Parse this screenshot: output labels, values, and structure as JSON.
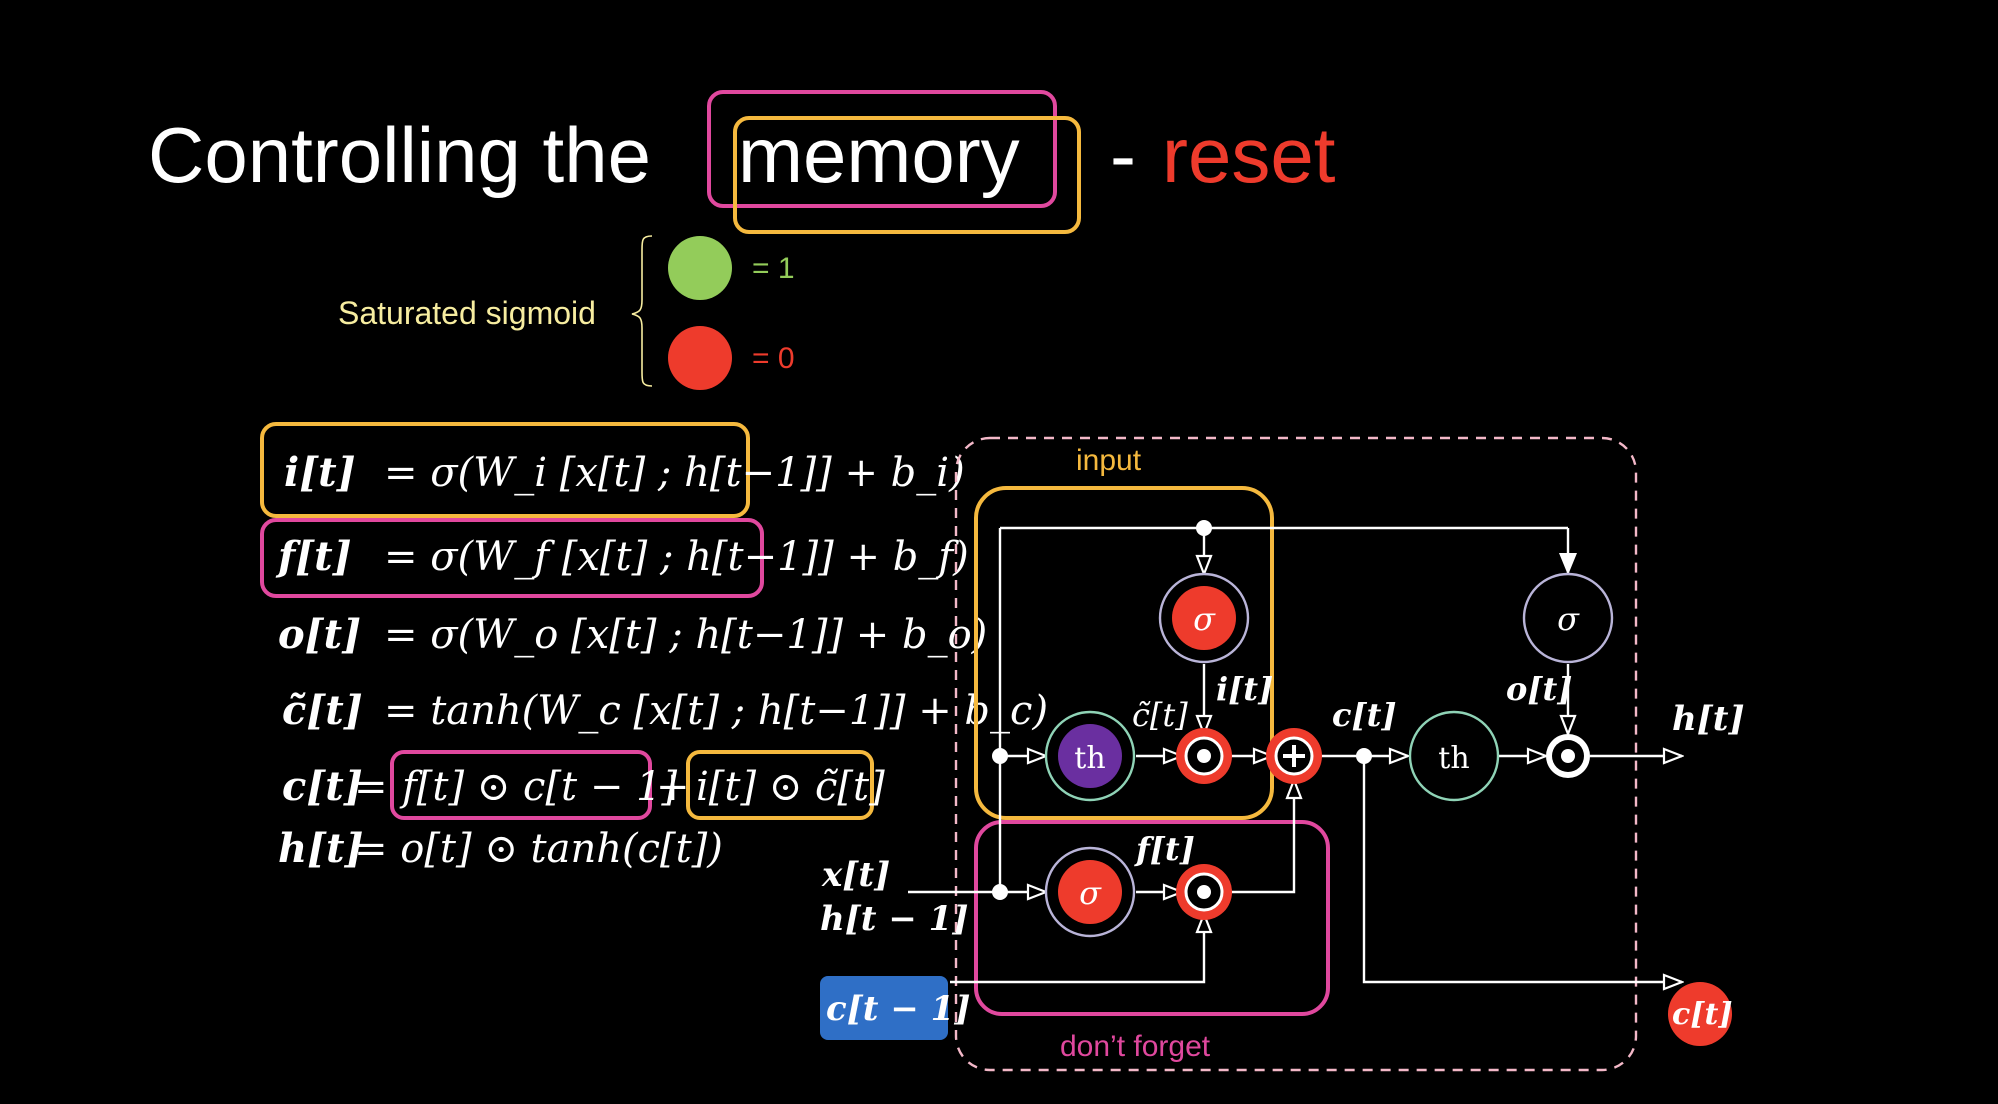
{
  "title": {
    "prefix": "Controlling the",
    "highlight": "memory",
    "dash": "-",
    "suffix": "reset"
  },
  "legend": {
    "label": "Saturated sigmoid",
    "items": [
      {
        "text": "= 1",
        "color": "#93cc5a"
      },
      {
        "text": "= 0",
        "color": "#ee3b2c"
      }
    ]
  },
  "equations": [
    {
      "lhs": "i[t]",
      "rhs": "= σ(W_i [x[t] ; h[t−1]] + b_i)"
    },
    {
      "lhs": "f[t]",
      "rhs": "= σ(W_f [x[t] ; h[t−1]] + b_f)"
    },
    {
      "lhs": "o[t]",
      "rhs": "= σ(W_o [x[t] ; h[t−1]] + b_o)"
    },
    {
      "lhs": "c̃[t]",
      "rhs": "= tanh(W_c [x[t] ; h[t−1]] + b_c)"
    },
    {
      "lhs": "c[t]",
      "rhs_f": "f[t] ⊙ c[t − 1]",
      "plus": "+",
      "rhs_i": "i[t] ⊙ c̃[t]"
    },
    {
      "lhs": "h[t]",
      "rhs": "= o[t] ⊙ tanh(c[t])"
    }
  ],
  "diagram": {
    "group_input": "input",
    "group_forget": "don’t forget",
    "sigma": "σ",
    "tanh": "th",
    "labels": {
      "i": "i[t]",
      "f": "f[t]",
      "o": "o[t]",
      "ctilde": "c̃[t]",
      "c": "c[t]",
      "x": "x[t]",
      "hprev": "h[t − 1]",
      "cprev": "c[t − 1]",
      "hout": "h[t]",
      "cout": "c[t]"
    }
  },
  "colors": {
    "background": "#000000",
    "text": "#ffffff",
    "reset": "#ee3b2c",
    "yellow_box": "#f5b93e",
    "pink_box": "#e0489e",
    "legend_label": "#f7eda0",
    "gate_red": "#ee3b2c",
    "tanh_purple": "#6a2fa0",
    "node_ring_sigma": "#b9b4d8",
    "node_ring_tanh": "#8fd3b6",
    "cprev_bg": "#2f6fc6"
  }
}
